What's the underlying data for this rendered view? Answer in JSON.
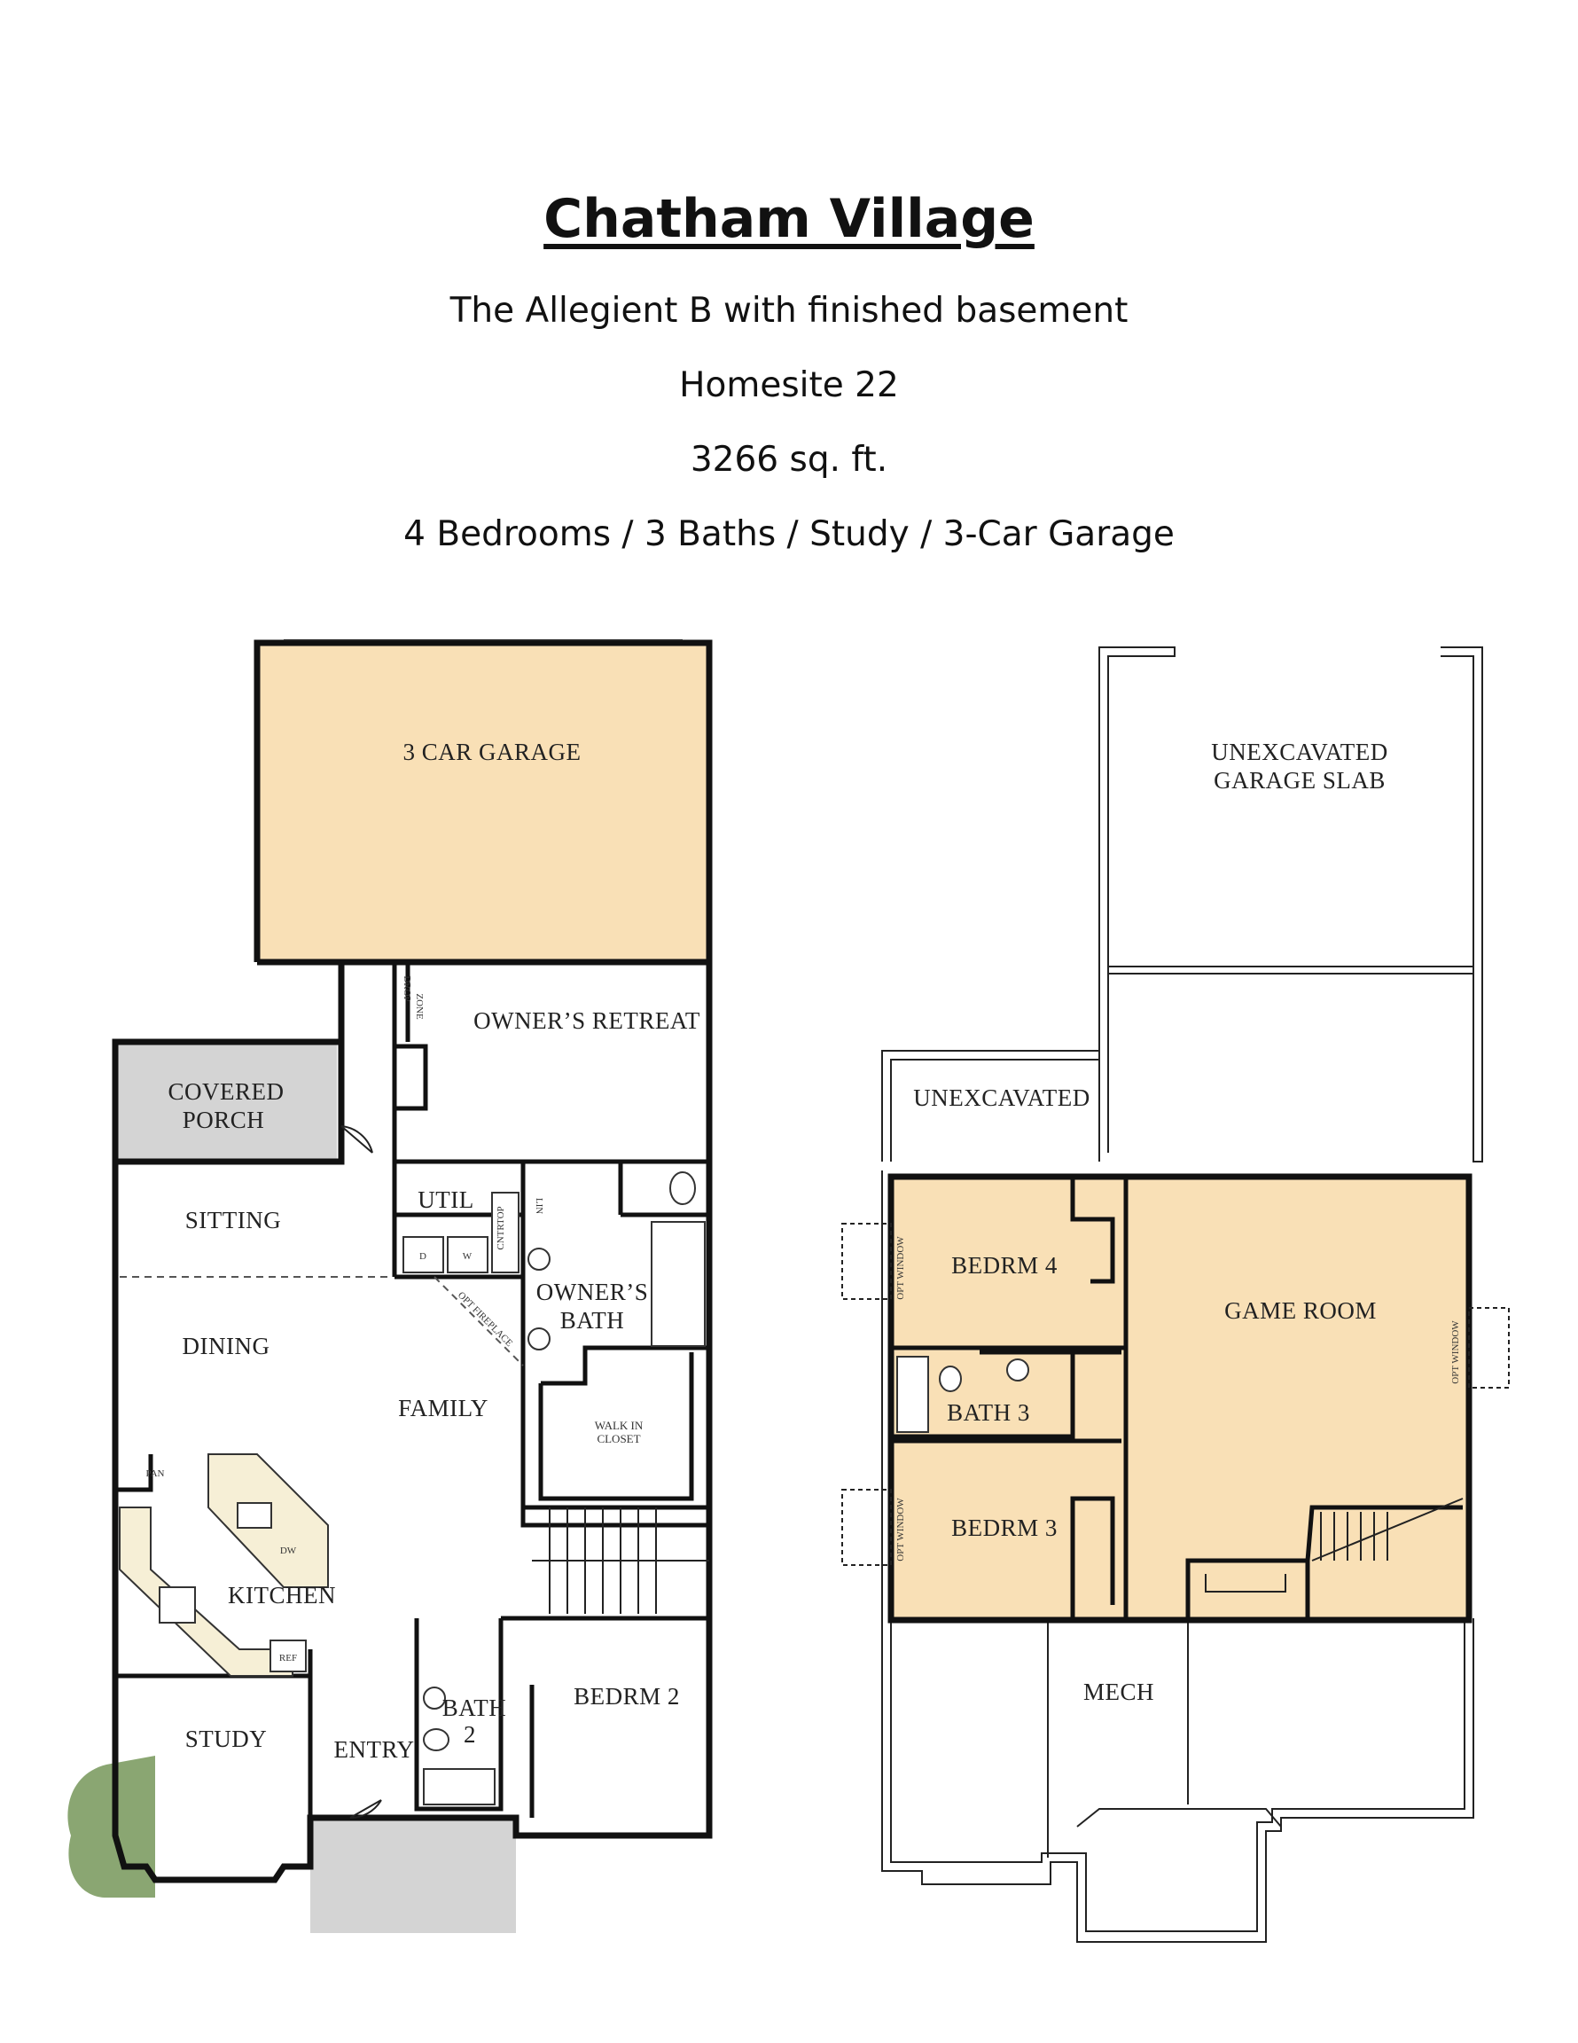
{
  "header": {
    "title": "Chatham Village",
    "model": "The Allegient B with finished basement",
    "homesite": "Homesite 22",
    "area": "3266 sq. ft.",
    "features": "4 Bedrooms / 3 Baths / Study / 3-Car Garage"
  },
  "main_floor": {
    "rooms": {
      "garage": "3 CAR GARAGE",
      "owners_retreat": "OWNER’S RETREAT",
      "drop_zone_1": "DROP",
      "drop_zone_2": "ZONE",
      "covered_porch_1": "COVERED",
      "covered_porch_2": "PORCH",
      "sitting": "SITTING",
      "util": "UTIL",
      "cntrtop": "CNTRTOP",
      "lin": "LIN",
      "dryer": "D",
      "washer": "W",
      "opt_fireplace": "OPT FIREPLACE",
      "owners_bath_1": "OWNER’S",
      "owners_bath_2": "BATH",
      "dining": "DINING",
      "family": "FAMILY",
      "walk_in_closet_1": "WALK IN",
      "walk_in_closet_2": "CLOSET",
      "pan": "PAN",
      "dw": "DW",
      "kitchen": "KITCHEN",
      "ref": "REF",
      "study": "STUDY",
      "entry": "ENTRY",
      "bath2_1": "BATH",
      "bath2_2": "2",
      "bedrm2": "BEDRM 2"
    }
  },
  "basement": {
    "rooms": {
      "garage_slab_1": "UNEXCAVATED",
      "garage_slab_2": "GARAGE SLAB",
      "unexcavated": "UNEXCAVATED",
      "bedrm4": "BEDRM 4",
      "opt_window_1": "OPT WINDOW",
      "game_room": "GAME ROOM",
      "opt_window_2": "OPT WINDOW",
      "bath3": "BATH 3",
      "opt_window_3": "OPT WINDOW",
      "bedrm3": "BEDRM 3",
      "mech": "MECH"
    }
  },
  "colors": {
    "finished_fill": "#f9e0b6",
    "porch_fill": "#d4d4d4",
    "tree_fill": "#8aa672",
    "counter_fill": "#f6efd6"
  }
}
